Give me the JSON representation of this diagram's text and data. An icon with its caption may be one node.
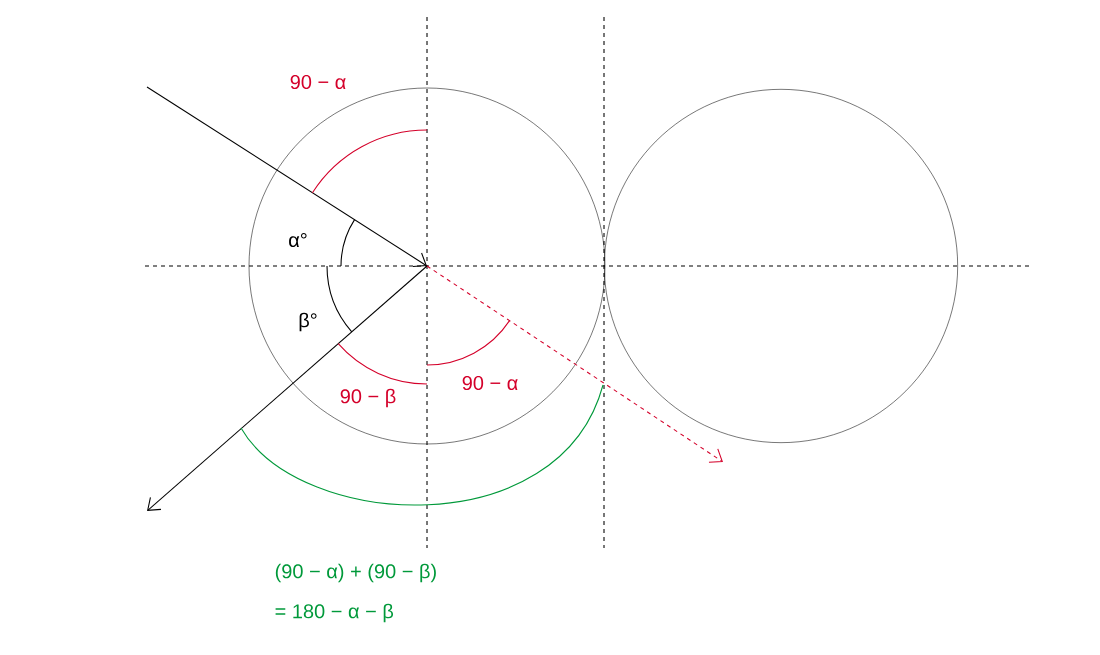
{
  "diagram": {
    "nodes": [
      {
        "text": [],
        "shape": "circle"
      },
      {
        "text": [],
        "shape": "circle"
      }
    ],
    "labels": [
      "90 − α",
      "α°",
      "β°",
      "90 − β",
      "90 − α",
      "(90 − α) + (90 − β)",
      "= 180 − α − β"
    ]
  }
}
